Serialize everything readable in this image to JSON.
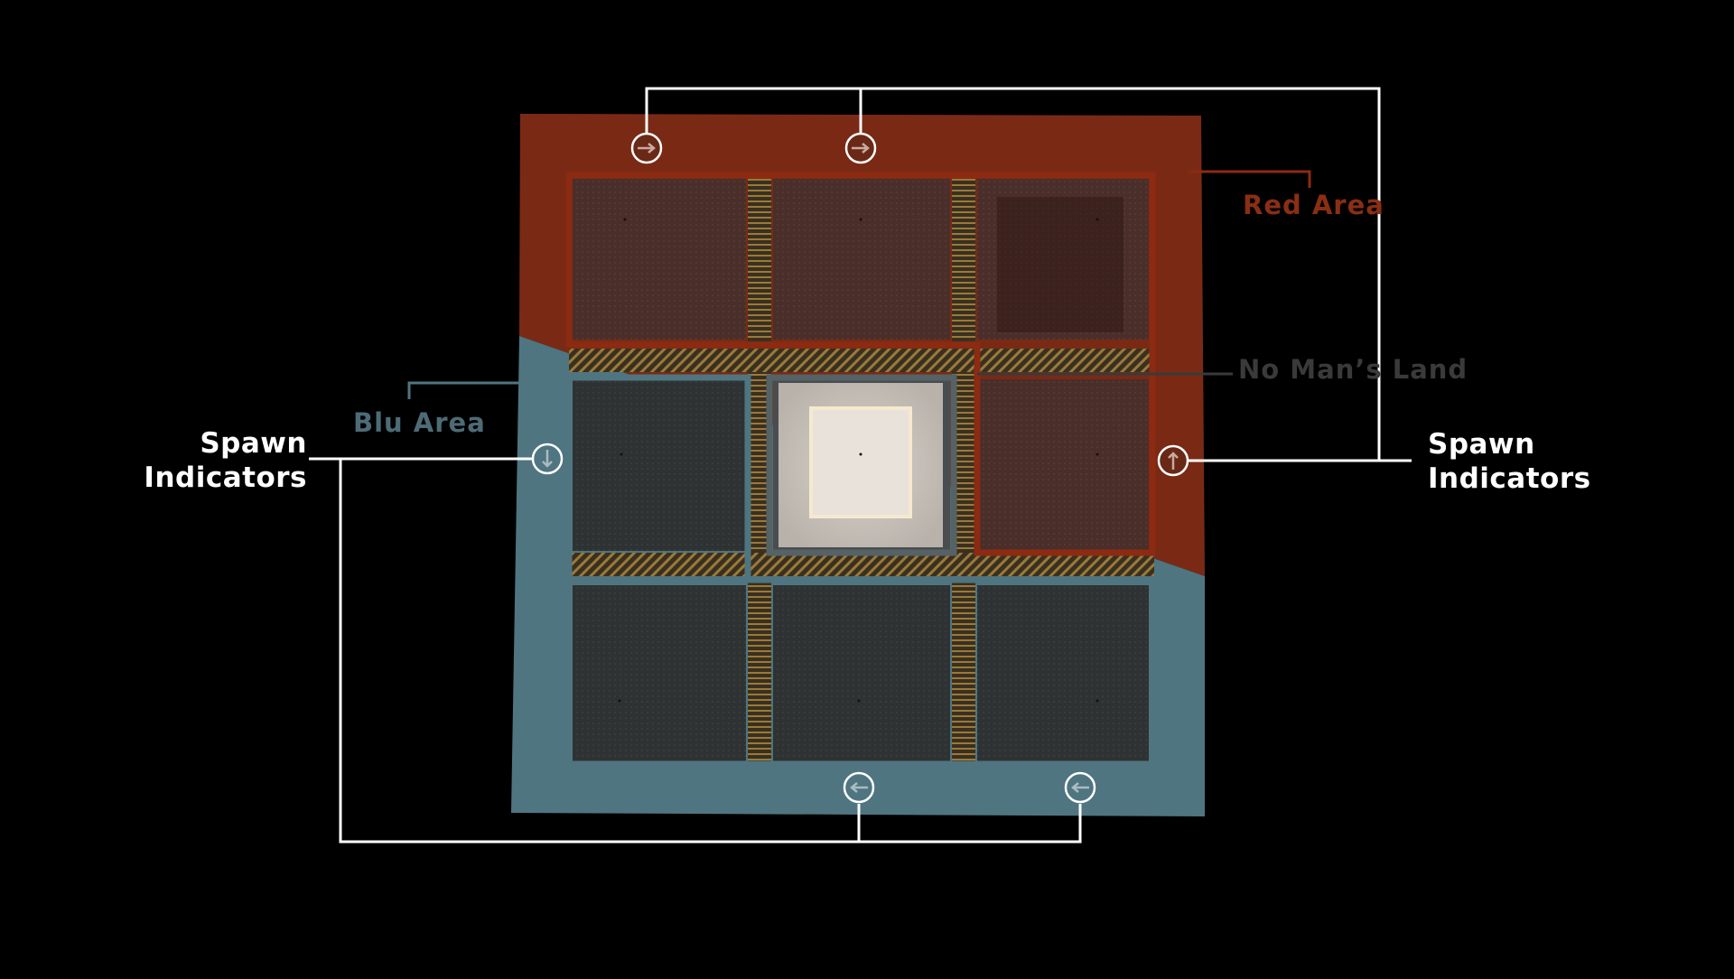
{
  "labels": {
    "red_area": "Red Area",
    "no_mans_land": "No Man’s Land",
    "blu_area": "Blu Area"
  },
  "spawn_indicators": {
    "left_line1": "Spawn",
    "left_line2": "Indicators",
    "right_line1": "Spawn",
    "right_line2": "Indicators"
  },
  "colors": {
    "background": "#000000",
    "red_team": "#7a2a14",
    "blu_team": "#4f7580",
    "callout_line": "#ffffff",
    "no_mans_land_text": "#3a3a3a"
  },
  "icons": {
    "spawn_marker": "arrow-in-circle-icon"
  }
}
